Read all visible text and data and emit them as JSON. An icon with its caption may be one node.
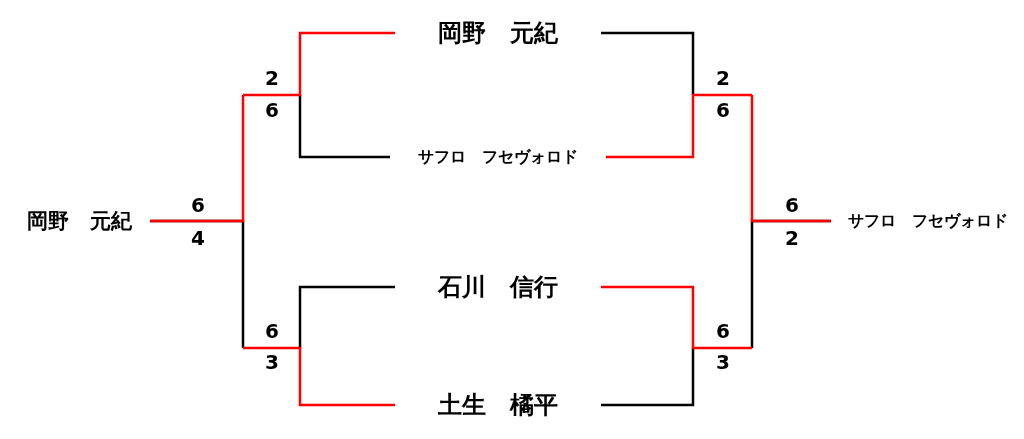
{
  "diagram": {
    "nodes": [
      {
        "text": [
          "岡野　元紀"
        ]
      },
      {
        "text": [
          "岡野　元紀"
        ]
      },
      {
        "text": [
          "サフロ　フセヴォロド"
        ]
      },
      {
        "text": [
          "石川　信行"
        ]
      },
      {
        "text": [
          "土生　橘平"
        ]
      },
      {
        "text": [
          "サフロ　フセヴォロド"
        ]
      }
    ],
    "edges": [
      {
        "from": 2,
        "to": null,
        "arrow": "none",
        "color": "#000000"
      },
      {
        "from": 3,
        "to": null,
        "arrow": "none",
        "color": "#000000"
      },
      {
        "from": null,
        "to": 0,
        "arrow": "none",
        "color": "#000000"
      },
      {
        "from": 1,
        "to": null,
        "arrow": "none",
        "color": "#ff0000"
      },
      {
        "from": 4,
        "to": null,
        "arrow": "none",
        "color": "#ff0000"
      },
      {
        "from": null,
        "to": 0,
        "arrow": "none",
        "color": "#ff0000"
      },
      {
        "from": 1,
        "to": null,
        "arrow": "none",
        "color": "#000000"
      },
      {
        "from": 4,
        "to": null,
        "arrow": "none",
        "color": "#000000"
      },
      {
        "from": null,
        "to": 5,
        "arrow": "none",
        "color": "#000000"
      },
      {
        "from": 2,
        "to": null,
        "arrow": "none",
        "color": "#ff0000"
      },
      {
        "from": 3,
        "to": null,
        "arrow": "none",
        "color": "#ff0000"
      },
      {
        "from": null,
        "to": 5,
        "arrow": "none",
        "color": "#ff0000"
      }
    ],
    "labels": [
      "2",
      "2",
      "6",
      "6",
      "6",
      "6",
      "4",
      "2",
      "6",
      "6",
      "3",
      "3"
    ]
  }
}
